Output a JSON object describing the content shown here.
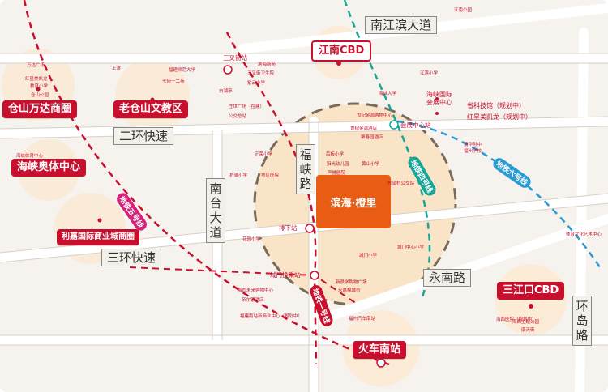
{
  "roads": {
    "nanjiang_binda": "南江滨大道",
    "erhuan": "二环快速",
    "sanhuan": "三环快速",
    "yongnan": "永南路",
    "fuxia": "福峡路",
    "nantai": "南台大道",
    "huandao": "环岛路"
  },
  "badges": {
    "jiangnan_cbd": "江南CBD",
    "cangshan_wanda": "仓山万达商圈",
    "laocangshan": "老仓山文教区",
    "haixia_olympic": "海峡奥体中心",
    "lijia": "利嘉国际商业城商圈",
    "sanjiangkou_cbd": "三江口CBD",
    "huochenan": "火车南站"
  },
  "center": {
    "label": "滨海·橙里"
  },
  "metro_lines": {
    "line1": "地铁一号线",
    "line4": "地铁四号线",
    "line5": "地铁五号线",
    "line6": "地铁六号线"
  },
  "stations": {
    "sanchajie": "三叉街站",
    "huizhan": "会展中心站",
    "paixia": "排下站",
    "chengmen": "城门换乘站"
  },
  "pois_big": {
    "haixia_huizhan": "海峡国际\n会展中心",
    "sheng_keji": "省科技馆（规划中）",
    "hongxing": "红星美凯龙（规划中）"
  },
  "pois_small": {
    "p_kg": "江南公园",
    "p_binhai": "滨海新苑",
    "p_shangdu": "上渡",
    "p_fushifan": "福建师范大学",
    "p_qixing": "七街十二苑",
    "p_sanchajie_yy": "三叉街卫生院",
    "p_haixia_ds": "海峡大学",
    "p_wanda1": "万达广场",
    "p_hongxing_sm": "红星美凯龙",
    "p_jiaoyu": "教育小学",
    "p_cangshan": "仓山公园",
    "p_baihu": "白湖亭",
    "p_gongjiao": "公交总站",
    "p_zhuangshi": "庄世广场（在建）",
    "p_shijijinyuan": "世纪金源购物中心",
    "p_shijijinyuan2": "世纪金源酒店",
    "p_juchun": "聚春园酒店",
    "p_zhengrong": "正荣小学",
    "p_qinghua": "清华附中",
    "p_fuzhouxuexiao": "福州学校",
    "p_houban": "后板小学",
    "p_yuanguang": "阳光幼儿园",
    "p_huangshan": "黄山小学",
    "p_yanxuan": "严誉医院",
    "p_dongwei": "东望村公交站",
    "p_hupu": "护浦小学",
    "p_diqu": "地区医院",
    "p_chengmen_zx": "城门中心小学",
    "p_huayuan": "花园小学",
    "p_chengmen_xx": "城门小学",
    "p_xinjing": "新景学购物广场",
    "p_yongjia": "永嘉棉城市",
    "p_haixiweilai": "海西未来购物中心",
    "p_dier": "帝尔银酒店",
    "p_fuzhou_qc": "福州汽车南站",
    "p_haixi_yy": "海西医院（规划中）",
    "p_fujian_nanxin": "福建南站新商业中心（规划中）",
    "p_tiyu": "体育文化艺术中心",
    "p_haixi_zhuti": "海西主题公园",
    "p_kangtian": "康天街",
    "p_jiangbin_xiao": "江滨小学",
    "p_ziyun": "紫云小学",
    "p_haixia_tiyu": "海峡体育中心"
  }
}
